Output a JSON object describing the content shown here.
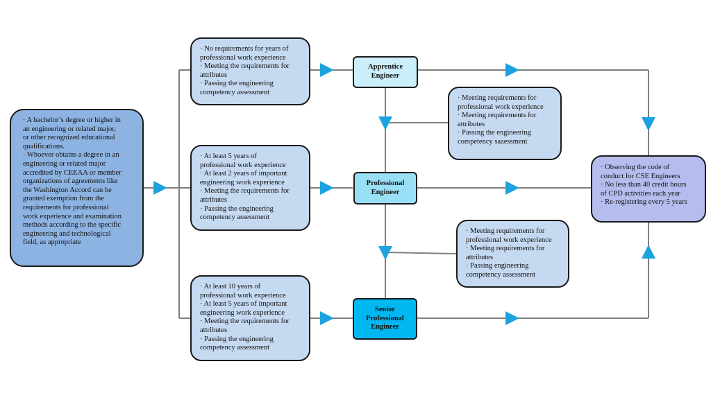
{
  "colors": {
    "arrow": "#1ca3de",
    "connector": "#7f7f7f",
    "left_box": "#8db3e2",
    "requirement_box": "#c5d9f1",
    "apprentice": "#ccf0fb",
    "professional": "#99e0f7",
    "senior": "#00b7f1",
    "cpd_box": "#b4bdee"
  },
  "left_box": {
    "lines": [
      "· A bachelor’s degree or higher in",
      "an engineering or related major,",
      "or other recognized educational",
      "qualifications.",
      "· Whoever obtains a degree in an",
      "engineering or related major",
      "accredited by CEEAA or member",
      "organizations of agreements like",
      "the Washington Accord can be",
      "granted exemption from the",
      "requirements for professional",
      "work experience and examination",
      "methods according to the specific",
      "engineering and technological",
      "field, as appropriate"
    ]
  },
  "requirements": {
    "apprentice": [
      "· No requirements for years of",
      "professional work experience",
      "· Meeting the requirements for",
      "attributes",
      "· Passing the engineering",
      "competency assessment"
    ],
    "professional": [
      "· At least 5 years of",
      "professional work experience",
      "· At least 2 years of important",
      "engineering work experience",
      "· Meeting the requirements for",
      "attributes",
      "· Passing the engineering",
      "competency assessment"
    ],
    "senior": [
      "· At least 10 years of",
      "professional work experience",
      "· At least 5 years of important",
      "engineering work experience",
      "· Meeting the requirements for",
      "attributes",
      "· Passing the engineering",
      "competency assessment"
    ]
  },
  "promotion": {
    "to_professional": [
      "· Meeting requirements for",
      "professional work experience",
      "· Meeting requirements for",
      "attributes",
      "· Passing the engineering",
      "competency saaessment"
    ],
    "to_senior": [
      "· Meeting requirements for",
      "professional work experience",
      "· Meeting requirements for",
      "attributes",
      "· Passing engineering",
      "competency assessment"
    ]
  },
  "roles": {
    "apprentice": [
      "Apprentice",
      "Engineer"
    ],
    "professional": [
      "Professional",
      "Engineer"
    ],
    "senior": [
      "Senior",
      "Professional",
      "Engineer"
    ]
  },
  "cpd_box": {
    "lines": [
      "· Observing the code of",
      "conduct for CSE Engineers",
      "· No less than 40 credit hours",
      "of CPD activities each year",
      "· Re-registering every 5 years"
    ]
  }
}
